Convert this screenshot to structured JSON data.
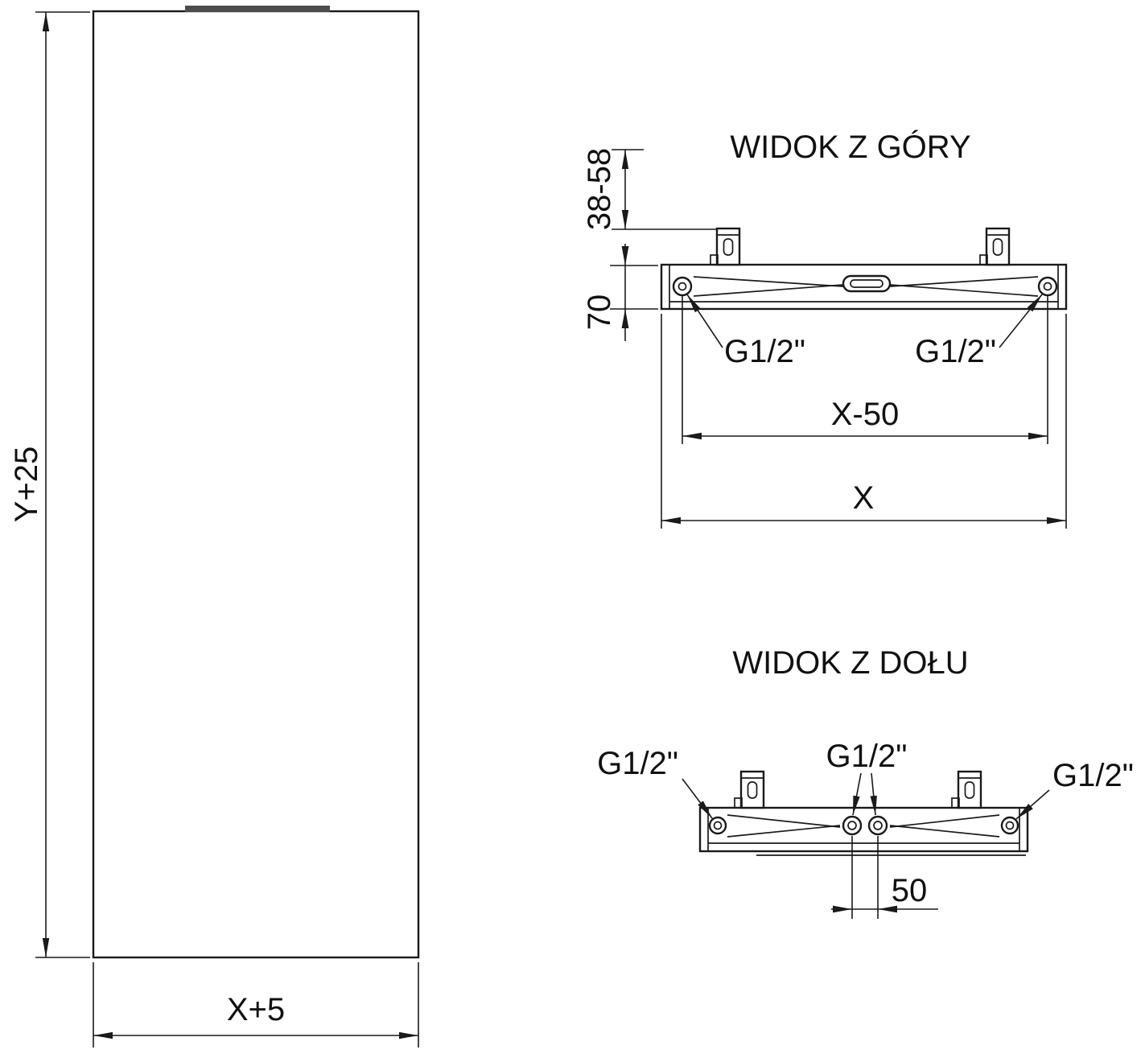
{
  "drawing": {
    "front_view": {
      "dim_height": "Y+25",
      "dim_width": "X+5"
    },
    "top_view": {
      "title": "WIDOK Z GÓRY",
      "dim_wall_distance": "38-58",
      "dim_depth": "70",
      "conn_left": "G1/2\"",
      "conn_right": "G1/2\"",
      "dim_conn_spacing": "X-50",
      "dim_total_width": "X"
    },
    "bottom_view": {
      "title": "WIDOK Z DOŁU",
      "conn_left": "G1/2\"",
      "conn_center": "G1/2\"",
      "conn_right": "G1/2\"",
      "dim_center_spacing": "50"
    },
    "colors": {
      "line": "#1a1a1a",
      "rail": "#4d4d4d"
    }
  }
}
